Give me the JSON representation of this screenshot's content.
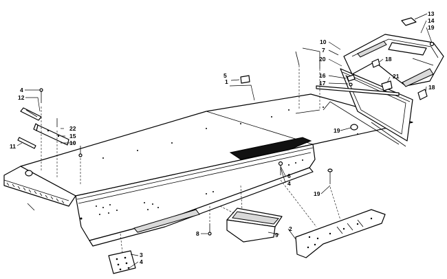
{
  "callouts": [
    {
      "label": "1"
    },
    {
      "label": "2"
    },
    {
      "label": "3"
    },
    {
      "label": "4"
    },
    {
      "label": "4"
    },
    {
      "label": "4"
    },
    {
      "label": "5"
    },
    {
      "label": "6"
    },
    {
      "label": "7"
    },
    {
      "label": "8"
    },
    {
      "label": "9"
    },
    {
      "label": "10"
    },
    {
      "label": "10"
    },
    {
      "label": "11"
    },
    {
      "label": "12"
    },
    {
      "label": "13"
    },
    {
      "label": "14"
    },
    {
      "label": "15"
    },
    {
      "label": "16"
    },
    {
      "label": "17"
    },
    {
      "label": "18"
    },
    {
      "label": "18"
    },
    {
      "label": "19"
    },
    {
      "label": "19"
    },
    {
      "label": "19"
    },
    {
      "label": "20"
    },
    {
      "label": "21"
    },
    {
      "label": "22"
    }
  ]
}
